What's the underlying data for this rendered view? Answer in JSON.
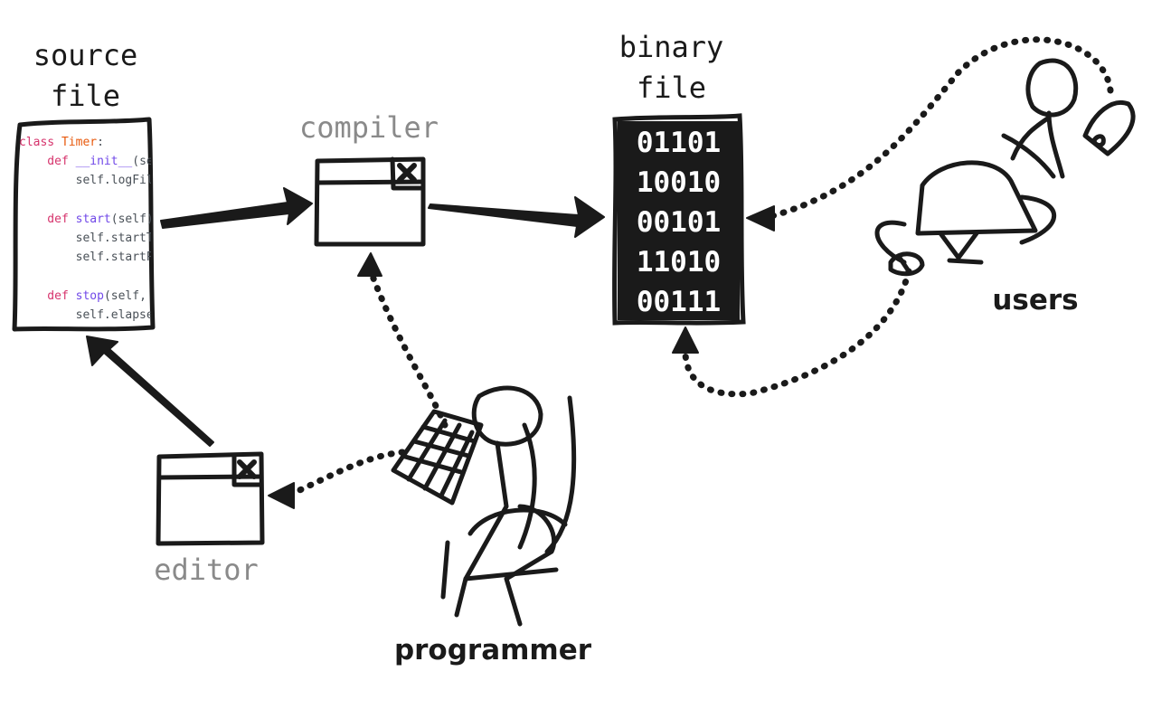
{
  "labels": {
    "source_file": [
      "source",
      "file"
    ],
    "binary_file": [
      "binary",
      "file"
    ],
    "compiler": "compiler",
    "editor": "editor",
    "users": "users",
    "programmer": "programmer"
  },
  "source_code": [
    [
      {
        "t": "class ",
        "c": "kw"
      },
      {
        "t": "Timer",
        "c": "cls"
      },
      {
        "t": ":",
        "c": "pl"
      }
    ],
    [
      {
        "t": "    def ",
        "c": "kw"
      },
      {
        "t": "__init__",
        "c": "fn"
      },
      {
        "t": "(self",
        "c": "pl"
      }
    ],
    [
      {
        "t": "        self.logFile",
        "c": "pl"
      }
    ],
    [],
    [
      {
        "t": "    def ",
        "c": "kw"
      },
      {
        "t": "start",
        "c": "fn"
      },
      {
        "t": "(self):",
        "c": "pl"
      }
    ],
    [
      {
        "t": "        self.startTime",
        "c": "pl"
      }
    ],
    [
      {
        "t": "        self.startPr",
        "c": "pl"
      }
    ],
    [],
    [
      {
        "t": "    def ",
        "c": "kw"
      },
      {
        "t": "stop",
        "c": "fn"
      },
      {
        "t": "(self, i",
        "c": "pl"
      }
    ],
    [
      {
        "t": "        self.elapsed",
        "c": "pl"
      }
    ]
  ],
  "binary_rows": [
    "01101",
    "10010",
    "00101",
    "11010",
    "00111"
  ],
  "colors": {
    "ink": "#1a1a1a",
    "muted_label": "#8a8a8a",
    "keyword": "#d6336c",
    "class_name": "#e8590c",
    "function_name": "#7048e8",
    "plain_code": "#495057",
    "binary_text": "#ffffff"
  },
  "icons": [
    "window-close-icon",
    "programmer-figure-icon",
    "user-figure-icon",
    "mouse-icon",
    "keyboard-icon"
  ]
}
